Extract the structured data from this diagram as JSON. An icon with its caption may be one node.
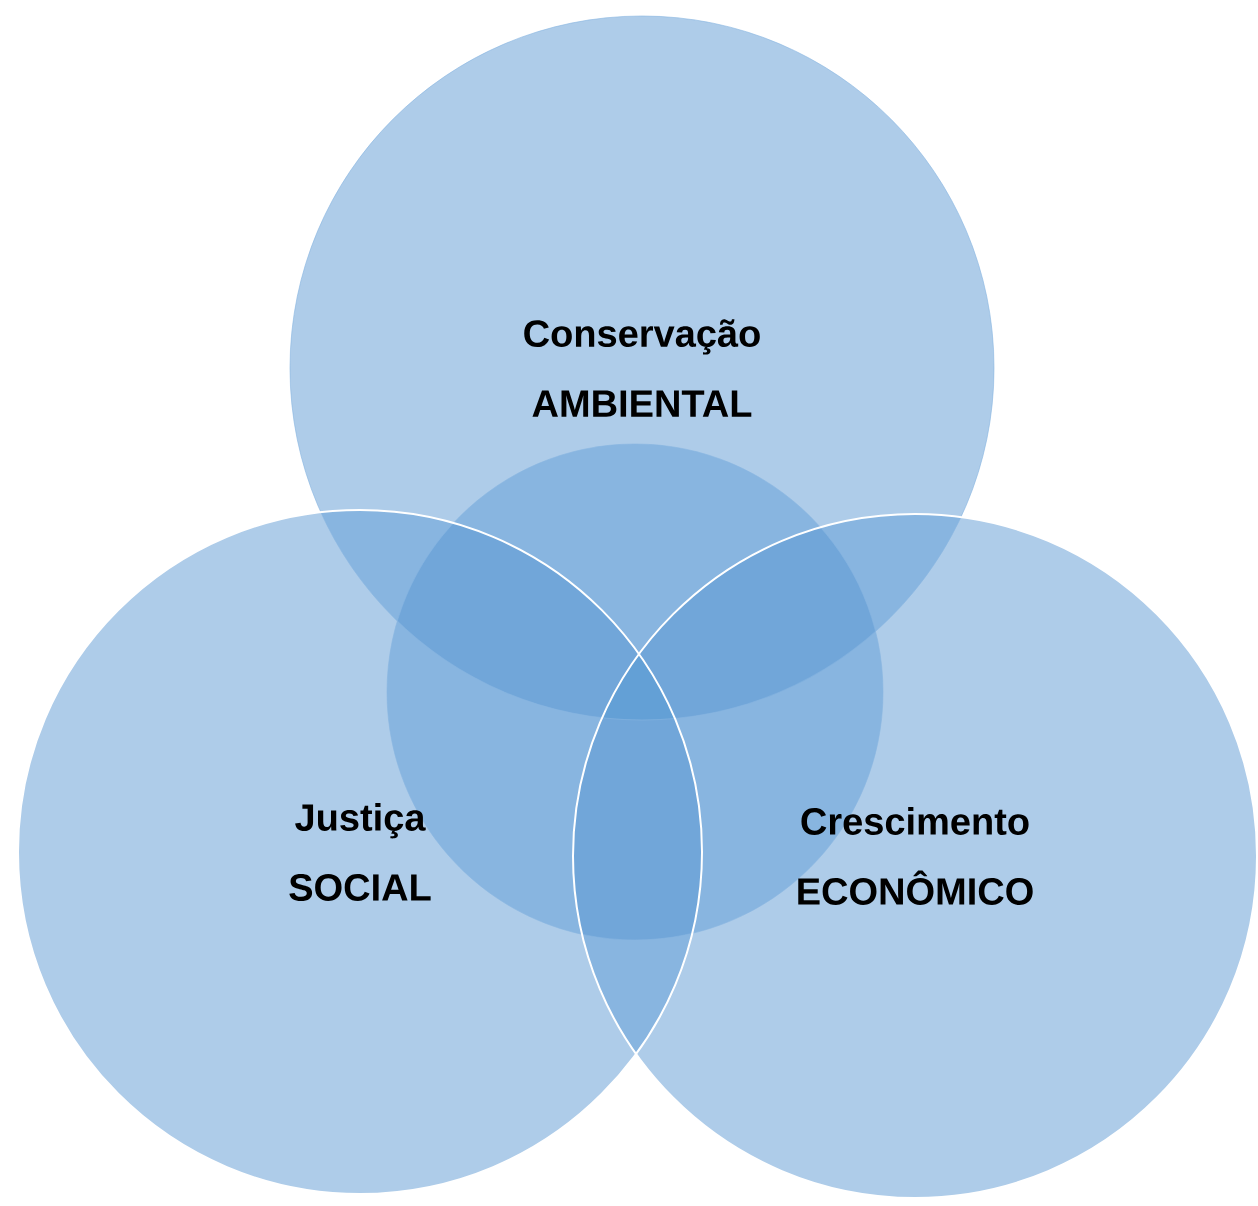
{
  "diagram": {
    "nodes": [
      {
        "text": [
          "Conservação AMBIENTAL"
        ]
      },
      {
        "text": [],
        "shape": "circle"
      },
      {
        "text": [
          "Justiça SOCIAL"
        ]
      },
      {
        "text": [
          "Crescimento ECONÔMICO"
        ]
      }
    ]
  }
}
